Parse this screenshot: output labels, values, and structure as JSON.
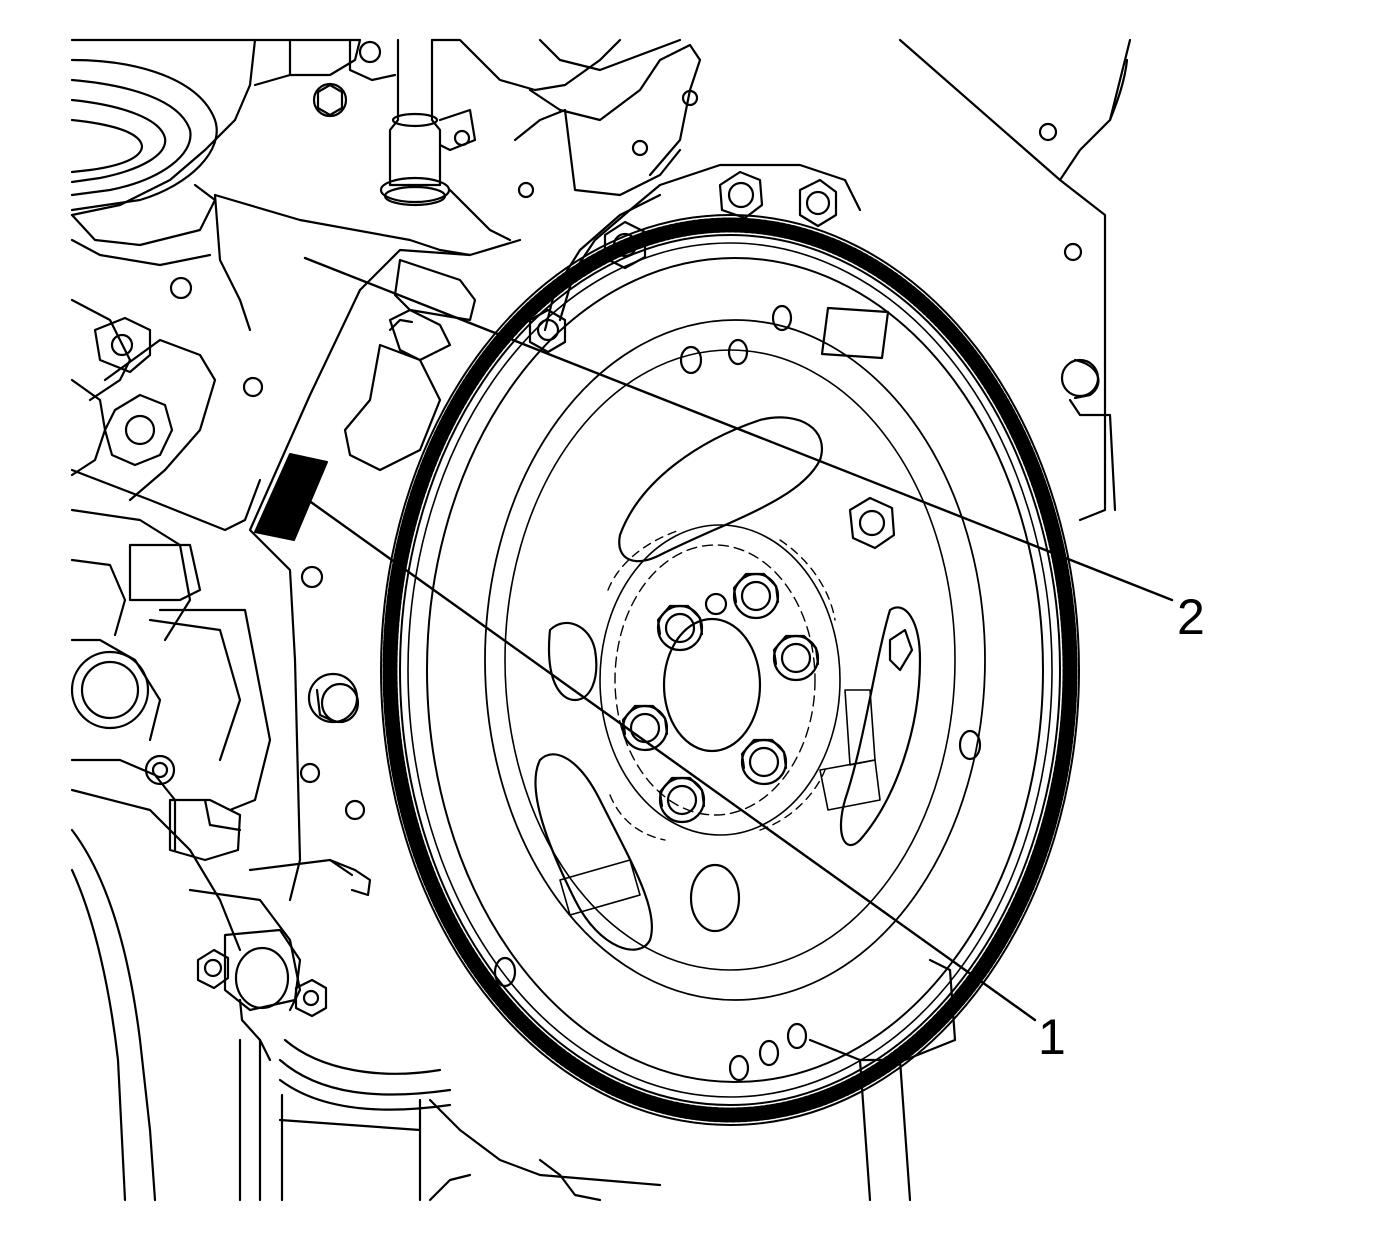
{
  "diagram": {
    "callouts": [
      {
        "id": "1",
        "label": "1",
        "target": "engine-block-label-patch"
      },
      {
        "id": "2",
        "label": "2",
        "target": "engine-block-rear-face"
      }
    ],
    "colors": {
      "line": "#000000",
      "background": "#ffffff",
      "hatch": "#888888"
    }
  }
}
